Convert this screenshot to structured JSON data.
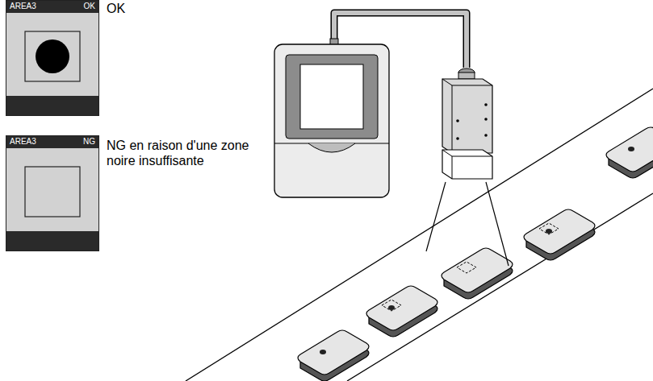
{
  "diagram": {
    "nodes": [
      {
        "text": [
          "AREA3",
          "OK"
        ]
      },
      {
        "text": [
          "AREA3",
          "NG"
        ]
      }
    ],
    "labels": [
      "OK",
      "NG en raison d'une zone noire insuffisante"
    ]
  }
}
